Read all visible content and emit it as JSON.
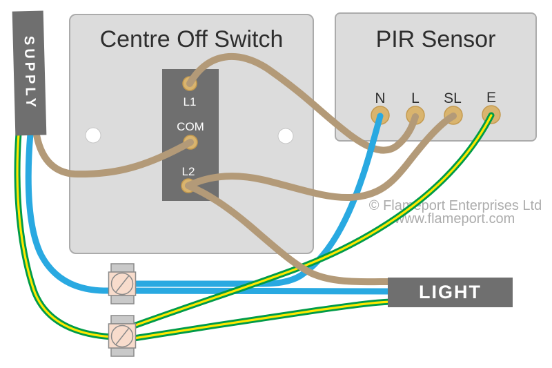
{
  "supply": {
    "label": "SUPPLY"
  },
  "light": {
    "label": "LIGHT"
  },
  "switch": {
    "title": "Centre Off Switch",
    "terminals": [
      "L1",
      "COM",
      "L2"
    ]
  },
  "pir": {
    "title": "PIR Sensor",
    "terminals": [
      "N",
      "L",
      "SL",
      "E"
    ]
  },
  "watermark": {
    "line1": "© Flameport Enterprises Ltd",
    "line2": "www.flameport.com"
  },
  "colors": {
    "live_brown": "#B39A78",
    "neutral_blue": "#29A9E1",
    "earth_green": "#009B48",
    "earth_yellow": "#FFE800",
    "label_box_gray": "#6F6F6F",
    "plate_gray": "#DCDCDC",
    "terminal_brass": "#D9B46E",
    "connector_pink": "#F8DCCC",
    "watermark_gray": "#ADADAD"
  },
  "connections": [
    {
      "from": "SUPPLY live",
      "to": "switch COM",
      "conductor": "brown"
    },
    {
      "from": "switch L1",
      "to": "PIR L",
      "conductor": "brown"
    },
    {
      "from": "switch L2",
      "to": "PIR SL",
      "conductor": "brown"
    },
    {
      "from": "switch L2",
      "to": "LIGHT live",
      "conductor": "brown"
    },
    {
      "from": "SUPPLY neutral",
      "to": "LIGHT neutral",
      "conductor": "blue",
      "via": "neutral terminal connector"
    },
    {
      "from": "PIR N",
      "to": "neutral terminal connector",
      "conductor": "blue"
    },
    {
      "from": "SUPPLY earth",
      "to": "earth terminal connector",
      "conductor": "green/yellow"
    },
    {
      "from": "earth terminal connector",
      "to": "PIR E",
      "conductor": "green/yellow"
    },
    {
      "from": "earth terminal connector",
      "to": "LIGHT earth",
      "conductor": "green/yellow"
    }
  ]
}
